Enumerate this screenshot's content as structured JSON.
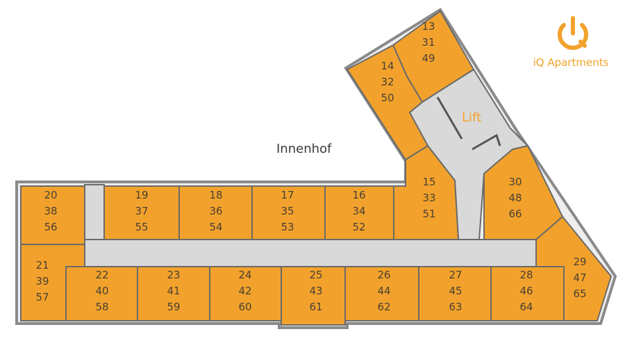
{
  "colors": {
    "room": "#F2A22C",
    "common": "#D9D9D9",
    "wall": "#6A6A6A",
    "brand": "#F2A22C"
  },
  "logo": {
    "icon": "power-q-icon",
    "text": "iQ Apartments"
  },
  "labels": {
    "courtyard": "Innenhof",
    "lift": "Lift"
  },
  "rooms": [
    {
      "id": "r13",
      "units": [
        "13",
        "31",
        "49"
      ]
    },
    {
      "id": "r14",
      "units": [
        "14",
        "32",
        "50"
      ]
    },
    {
      "id": "r15",
      "units": [
        "15",
        "33",
        "51"
      ]
    },
    {
      "id": "r16",
      "units": [
        "16",
        "34",
        "52"
      ]
    },
    {
      "id": "r17",
      "units": [
        "17",
        "35",
        "53"
      ]
    },
    {
      "id": "r18",
      "units": [
        "18",
        "36",
        "54"
      ]
    },
    {
      "id": "r19",
      "units": [
        "19",
        "37",
        "55"
      ]
    },
    {
      "id": "r20",
      "units": [
        "20",
        "38",
        "56"
      ]
    },
    {
      "id": "r21",
      "units": [
        "21",
        "39",
        "57"
      ]
    },
    {
      "id": "r22",
      "units": [
        "22",
        "40",
        "58"
      ]
    },
    {
      "id": "r23",
      "units": [
        "23",
        "41",
        "59"
      ]
    },
    {
      "id": "r24",
      "units": [
        "24",
        "42",
        "60"
      ]
    },
    {
      "id": "r25",
      "units": [
        "25",
        "43",
        "61"
      ]
    },
    {
      "id": "r26",
      "units": [
        "26",
        "44",
        "62"
      ]
    },
    {
      "id": "r27",
      "units": [
        "27",
        "45",
        "63"
      ]
    },
    {
      "id": "r28",
      "units": [
        "28",
        "46",
        "64"
      ]
    },
    {
      "id": "r29",
      "units": [
        "29",
        "47",
        "65"
      ]
    },
    {
      "id": "r30",
      "units": [
        "30",
        "48",
        "66"
      ]
    }
  ]
}
